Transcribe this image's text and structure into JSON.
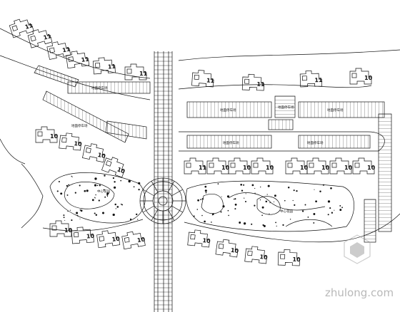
{
  "watermark": {
    "text": "zhulong.com",
    "icon": "zhulong-logo-icon",
    "color": "#b9b9b9"
  },
  "colors": {
    "line": "#111111",
    "background": "#ffffff"
  },
  "labels": {
    "parking_nw": "地面停车场",
    "parking_mid_left": "地面停车场",
    "parking_mid_right": "地面停车场",
    "parking_small": "地面停车场",
    "parking_entry": "地面停车场",
    "parking_lower_left": "地面停车场",
    "parking_lower_right": "地面停车场",
    "garden_west": "中心花园",
    "garden_east": "中心花园"
  },
  "buildings": [
    {
      "id": "b1",
      "floors": "11"
    },
    {
      "id": "b2",
      "floors": "11"
    },
    {
      "id": "b3",
      "floors": "11"
    },
    {
      "id": "b4",
      "floors": "11"
    },
    {
      "id": "b5",
      "floors": "11"
    },
    {
      "id": "b6",
      "floors": "11"
    },
    {
      "id": "b7",
      "floors": "11"
    },
    {
      "id": "b8",
      "floors": "11"
    },
    {
      "id": "b9",
      "floors": "11"
    },
    {
      "id": "b10",
      "floors": "10"
    },
    {
      "id": "b11",
      "floors": "11"
    },
    {
      "id": "b12",
      "floors": "10"
    },
    {
      "id": "b13",
      "floors": "10"
    },
    {
      "id": "b14",
      "floors": "10"
    },
    {
      "id": "b15",
      "floors": "10"
    },
    {
      "id": "b16",
      "floors": "10"
    },
    {
      "id": "b17",
      "floors": "10"
    },
    {
      "id": "b18",
      "floors": "10"
    },
    {
      "id": "b19",
      "floors": "10"
    },
    {
      "id": "b20",
      "floors": "10"
    },
    {
      "id": "b21",
      "floors": "10"
    },
    {
      "id": "b22",
      "floors": "10"
    },
    {
      "id": "b23",
      "floors": "10"
    },
    {
      "id": "b24",
      "floors": "10"
    },
    {
      "id": "b25",
      "floors": "10"
    },
    {
      "id": "b26",
      "floors": "10"
    },
    {
      "id": "b27",
      "floors": "10"
    },
    {
      "id": "b28",
      "floors": "10"
    },
    {
      "id": "b29",
      "floors": "10"
    },
    {
      "id": "b30",
      "floors": "10"
    }
  ]
}
